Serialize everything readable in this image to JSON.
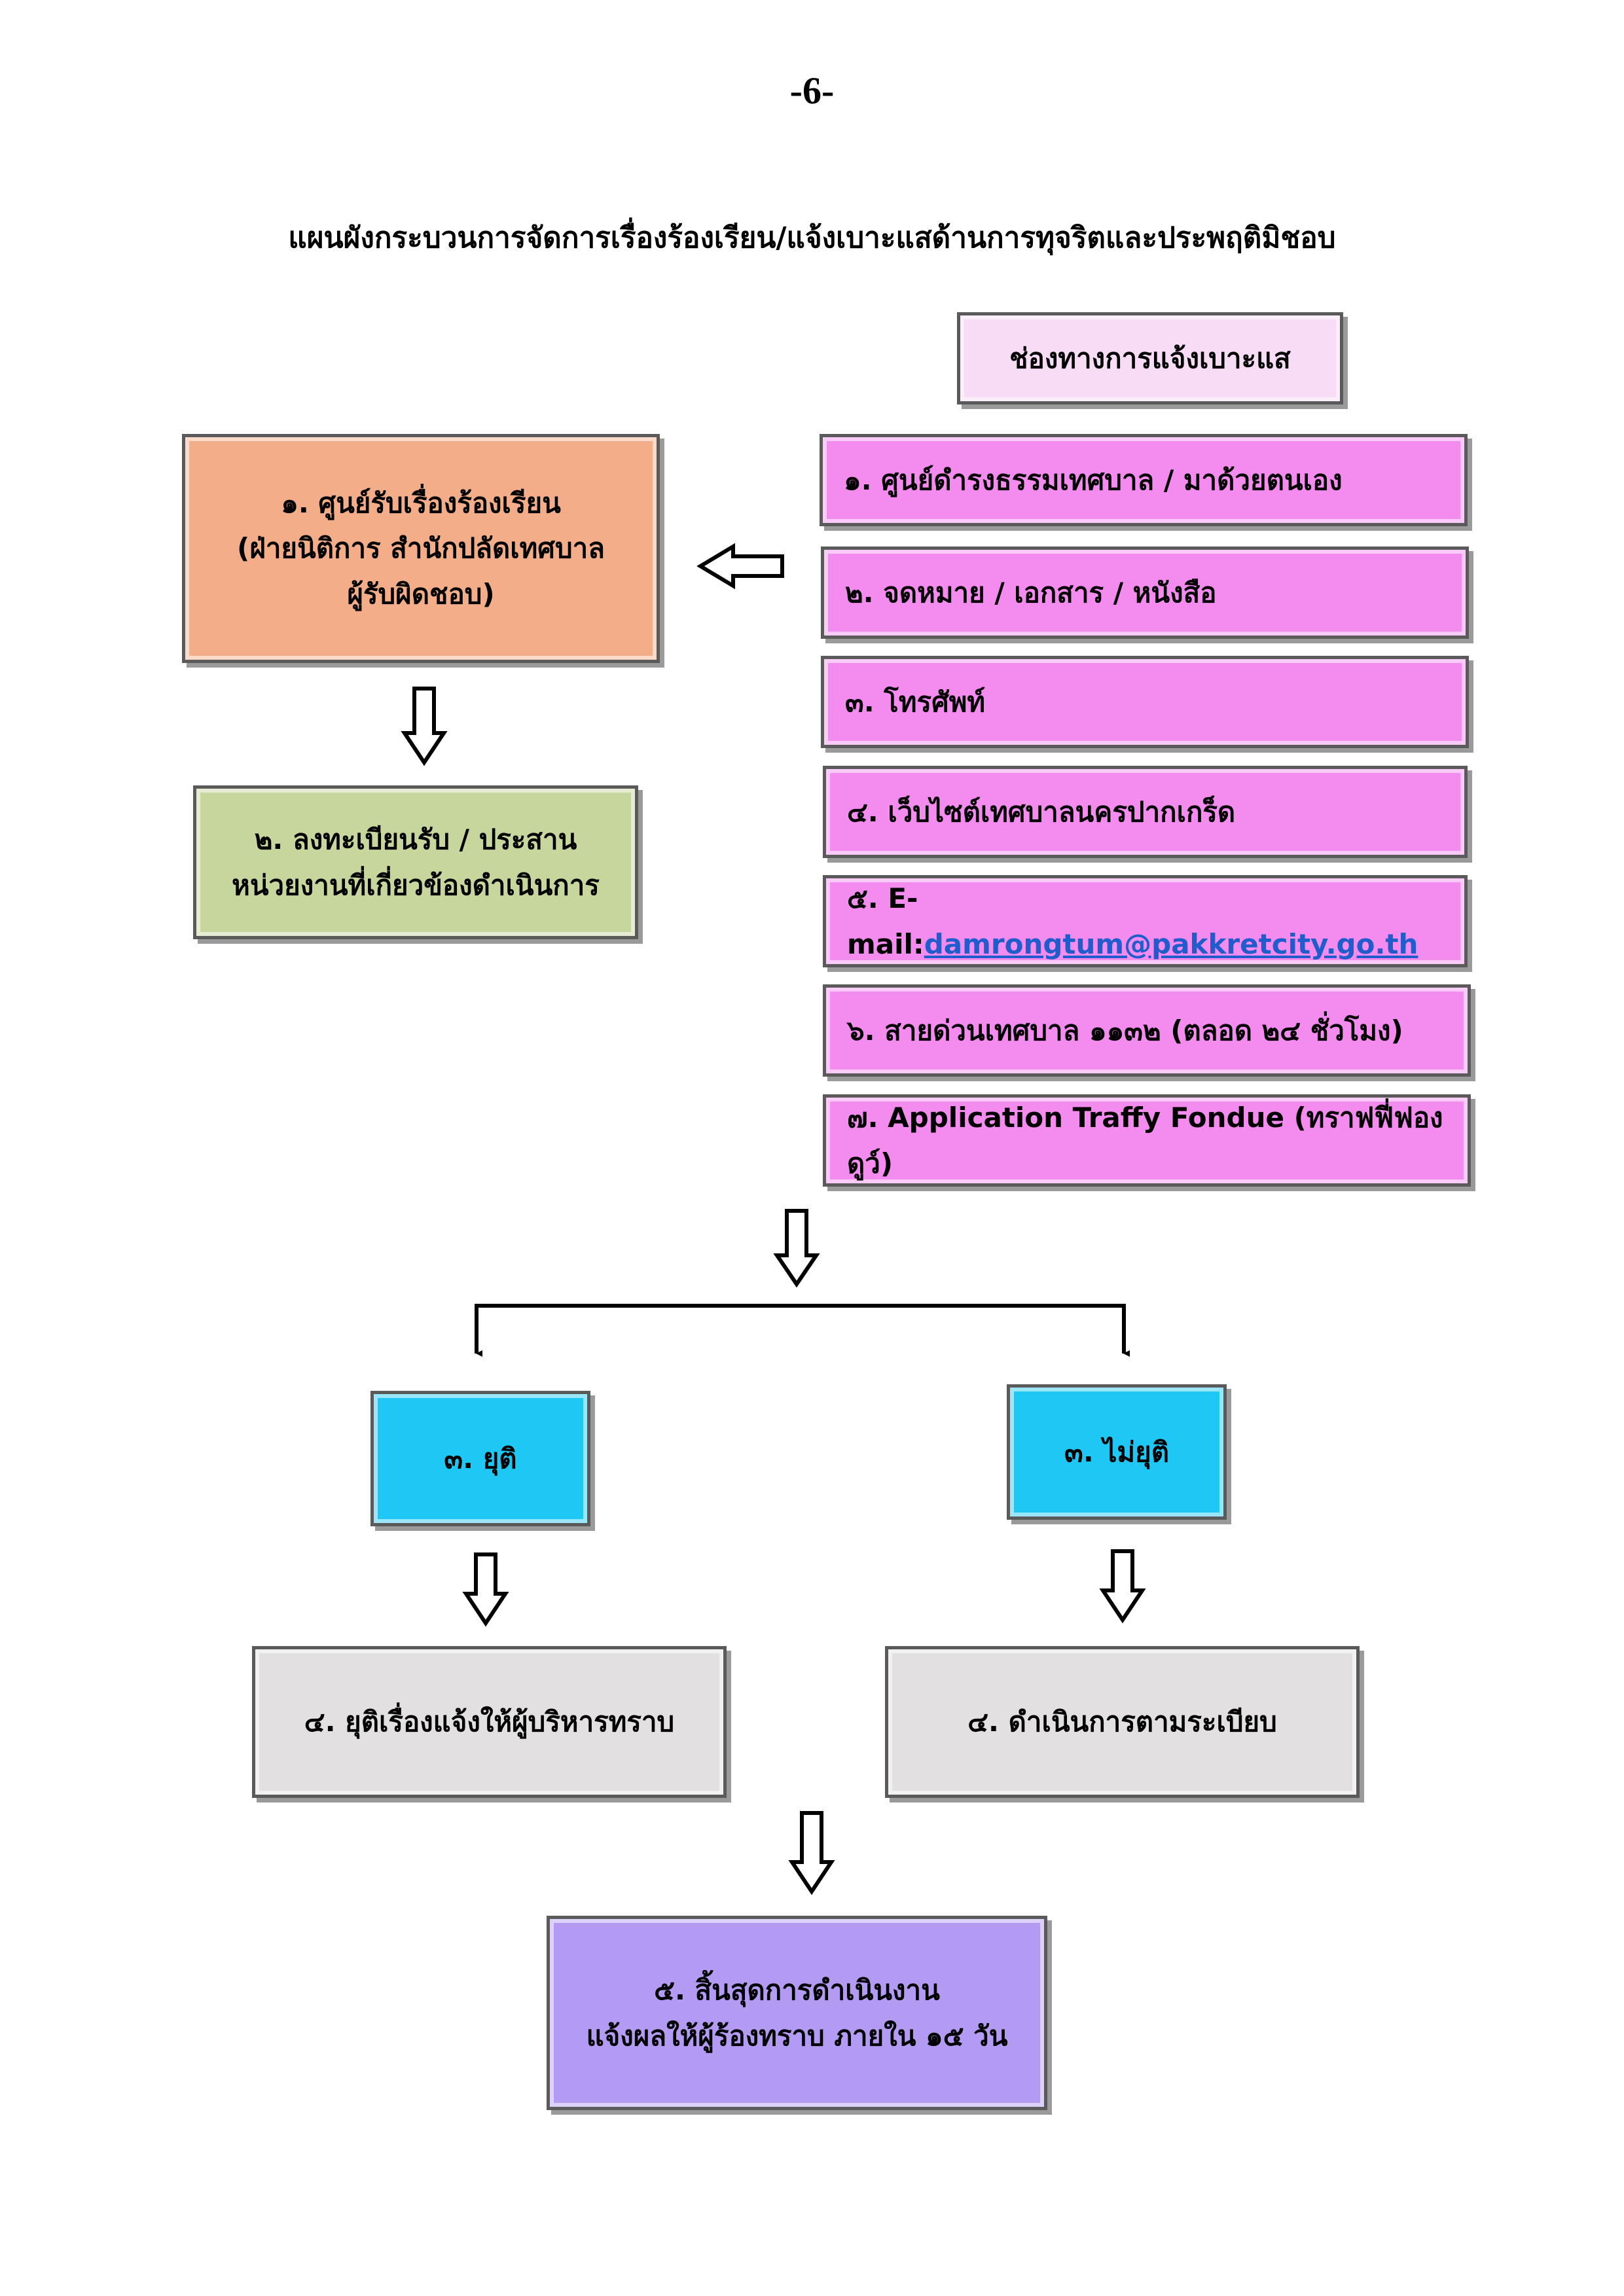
{
  "page_number": "-6-",
  "title": "แผนผังกระบวนการจัดการเรื่องร้องเรียน/แจ้งเบาะแสด้านการทุจริตและประพฤติมิชอบ",
  "channels": {
    "header": "ช่องทางการแจ้งเบาะแส",
    "items": [
      {
        "text": "๑. ศูนย์ดำรงธรรมเทศบาล / มาด้วยตนเอง"
      },
      {
        "text": "๒. จดหมาย / เอกสาร / หนังสือ"
      },
      {
        "text": "๓. โทรศัพท์"
      },
      {
        "text": "๔. เว็บไซต์เทศบาลนครปากเกร็ด"
      },
      {
        "prefix": "๕. E-mail:",
        "link": "damrongtum@pakkretcity.go.th"
      },
      {
        "text": "๖. สายด่วนเทศบาล ๑๑๓๒ (ตลอด ๒๔ ชั่วโมง)"
      },
      {
        "text": "๗. Application Traffy Fondue (ทราฟฟี่ฟองดูว์)"
      }
    ]
  },
  "complaint_center": {
    "line1": "๑. ศูนย์รับเรื่องร้องเรียน",
    "line2": "(ฝ่ายนิติการ สำนักปลัดเทศบาล",
    "line3": "ผู้รับผิดชอบ)"
  },
  "register": {
    "line1": "๒. ลงทะเบียนรับ / ประสาน",
    "line2": "หน่วยงานที่เกี่ยวข้องดำเนินการ"
  },
  "resolved": {
    "label": "๓. ยุติ"
  },
  "unresolved": {
    "label": "๓. ไม่ยุติ"
  },
  "resolved_step": {
    "label": "๔. ยุติเรื่องแจ้งให้ผู้บริหารทราบ"
  },
  "unresolved_step": {
    "label": "๔. ดำเนินการตามระเบียบ"
  },
  "final_step": {
    "line1": "๕. สิ้นสุดการดำเนินงาน",
    "line2": "แจ้งผลให้ผู้ร้องทราบ ภายใน ๑๕ วัน"
  },
  "colors": {
    "channel": "#f48cf0",
    "channel_header": "#f8dcf6",
    "complaint_center": "#f3ad88",
    "register": "#c6d69c",
    "decision": "#1fc8f4",
    "action": "#e2e0e0",
    "final": "#b39af3"
  }
}
